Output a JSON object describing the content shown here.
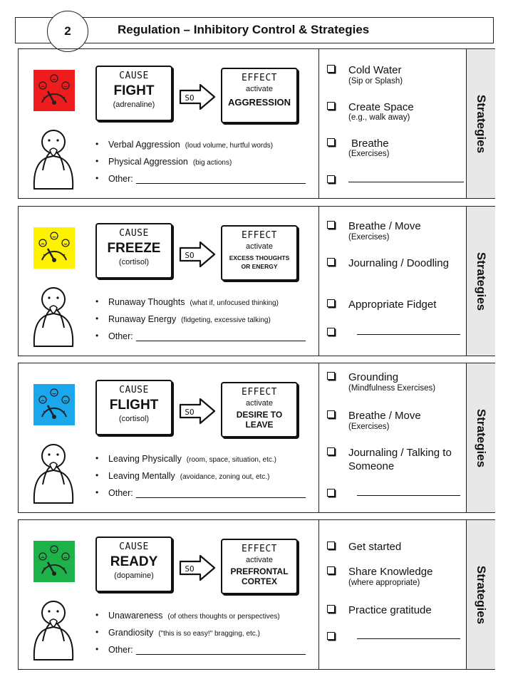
{
  "header": {
    "number": "2",
    "title": "Regulation – Inhibitory Control & Strategies"
  },
  "side_label": "Strategies",
  "cards": [
    {
      "color": "#ee1c1c",
      "cause": {
        "head": "CAUSE",
        "main": "FIGHT",
        "sub": "(adrenaline)"
      },
      "connector": "SO",
      "effect": {
        "head": "EFFECT",
        "mid": "activate",
        "main": "AGGRESSION"
      },
      "bullets": [
        {
          "text": "Verbal Aggression",
          "paren": "(loud volume, hurtful words)"
        },
        {
          "text": "Physical Aggression",
          "paren": "(big actions)"
        },
        {
          "text": "Other:",
          "paren": ""
        }
      ],
      "strategies": [
        {
          "main": "Cold Water",
          "sub": "(Sip or Splash)"
        },
        {
          "main": "Create Space",
          "sub": "(e.g., walk away)"
        },
        {
          "main": "Breathe",
          "sub": "(Exercises)"
        }
      ]
    },
    {
      "color": "#fff200",
      "cause": {
        "head": "CAUSE",
        "main": "FREEZE",
        "sub": "(cortisol)"
      },
      "connector": "SO",
      "effect": {
        "head": "EFFECT",
        "mid": "activate",
        "main": "EXCESS THOUGHTS OR ENERGY"
      },
      "bullets": [
        {
          "text": "Runaway Thoughts",
          "paren": "(what if, unfocused thinking)"
        },
        {
          "text": "Runaway Energy",
          "paren": "(fidgeting, excessive talking)"
        },
        {
          "text": "Other:",
          "paren": ""
        }
      ],
      "strategies": [
        {
          "main": "Breathe / Move",
          "sub": "(Exercises)"
        },
        {
          "main": "Journaling / Doodling",
          "sub": ""
        },
        {
          "main": "Appropriate Fidget",
          "sub": ""
        }
      ]
    },
    {
      "color": "#1aa7ec",
      "cause": {
        "head": "CAUSE",
        "main": "FLIGHT",
        "sub": "(cortisol)"
      },
      "connector": "SO",
      "effect": {
        "head": "EFFECT",
        "mid": "activate",
        "main": "DESIRE TO LEAVE"
      },
      "bullets": [
        {
          "text": "Leaving Physically",
          "paren": "(room, space, situation, etc.)"
        },
        {
          "text": "Leaving Mentally",
          "paren": "(avoidance, zoning out, etc.)"
        },
        {
          "text": "Other:",
          "paren": ""
        }
      ],
      "strategies": [
        {
          "main": "Grounding",
          "sub": "(Mindfulness Exercises)"
        },
        {
          "main": "Breathe / Move",
          "sub": "(Exercises)"
        },
        {
          "main": "Journaling / Talking to Someone",
          "sub": ""
        }
      ]
    },
    {
      "color": "#1db34a",
      "cause": {
        "head": "CAUSE",
        "main": "READY",
        "sub": "(dopamine)"
      },
      "connector": "SO",
      "effect": {
        "head": "EFFECT",
        "mid": "activate",
        "main": "PREFRONTAL CORTEX"
      },
      "bullets": [
        {
          "text": "Unawareness",
          "paren": "(of others thoughts or perspectives)"
        },
        {
          "text": "Grandiosity",
          "paren": "(\"this is so easy!\" bragging, etc.)"
        },
        {
          "text": "Other:",
          "paren": ""
        }
      ],
      "strategies": [
        {
          "main": "Get started",
          "sub": ""
        },
        {
          "main": "Share Knowledge",
          "sub": "(where appropriate)"
        },
        {
          "main": "Practice gratitude",
          "sub": ""
        }
      ]
    }
  ]
}
